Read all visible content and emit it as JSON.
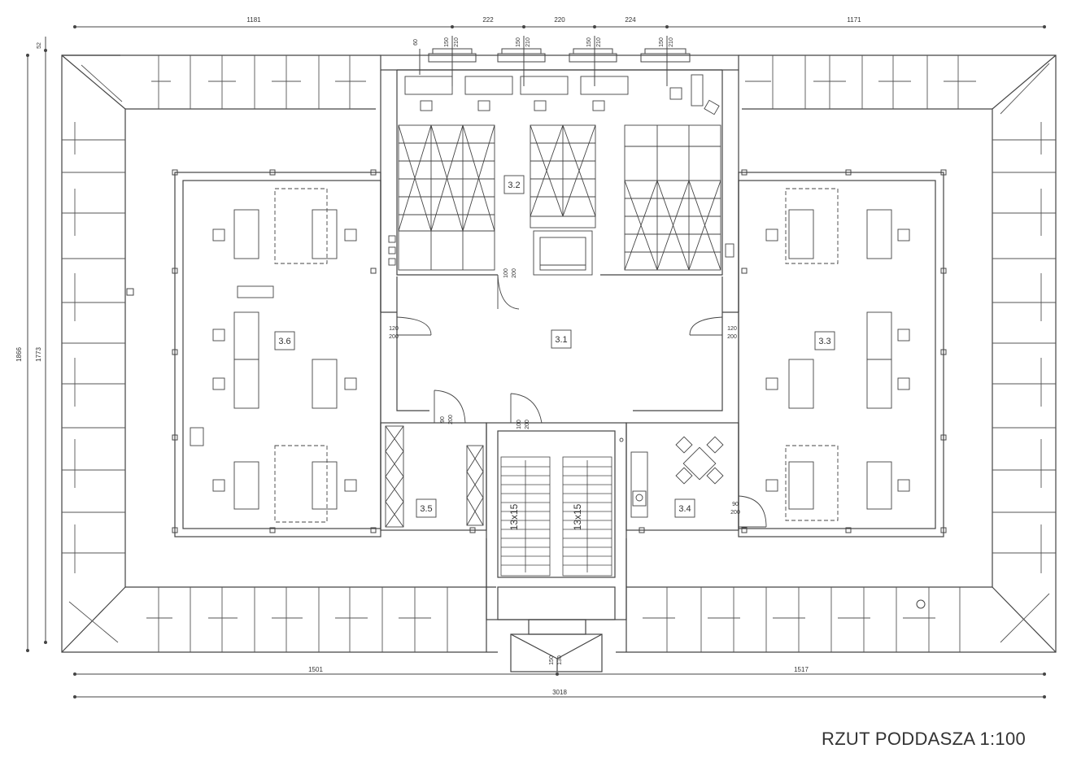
{
  "title": "RZUT PODDASZA 1:100",
  "dimensions": {
    "top": [
      "1181",
      "222",
      "220",
      "224",
      "1171"
    ],
    "bottom_parts": [
      "1501",
      "1517"
    ],
    "bottom_total": "3018",
    "left_outer": "1866",
    "left_inner": "1773",
    "left_top_small": "52"
  },
  "rooms": [
    "3.1",
    "3.2",
    "3.3",
    "3.4",
    "3.5",
    "3.6"
  ],
  "stairs": [
    "13x15",
    "13x15"
  ],
  "door_labels": [
    [
      "120",
      "200"
    ],
    [
      "120",
      "200"
    ],
    [
      "100",
      "200"
    ],
    [
      "90",
      "200"
    ],
    [
      "100",
      "200"
    ],
    [
      "90",
      "200"
    ],
    [
      "150",
      "130"
    ]
  ],
  "window_labels": [
    "60",
    "150",
    "210",
    "150",
    "210",
    "150",
    "210",
    "150",
    "210"
  ],
  "colors": {
    "line": "#444444",
    "text": "#333333",
    "background": "#ffffff"
  }
}
